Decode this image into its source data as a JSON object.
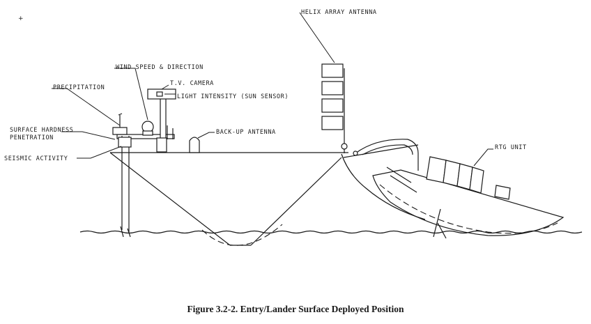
{
  "figure": {
    "caption": "Figure 3.2-2.   Entry/Lander Surface Deployed Position",
    "corner_mark": "+",
    "labels": {
      "helix_array_antenna": "HELIX ARRAY ANTENNA",
      "wind_speed_direction": "WIND SPEED & DIRECTION",
      "precipitation": "PRECIPITATION",
      "tv_camera": "T.V. CAMERA",
      "light_intensity": "LIGHT INTENSITY (SUN SENSOR)",
      "surface_hardness_line1": "SURFACE HARDNESS",
      "surface_hardness_line2": "PENETRATION",
      "backup_antenna": "BACK-UP ANTENNA",
      "rtg_unit": "RTG UNIT",
      "seismic_activity": "SEISMIC ACTIVITY"
    }
  }
}
